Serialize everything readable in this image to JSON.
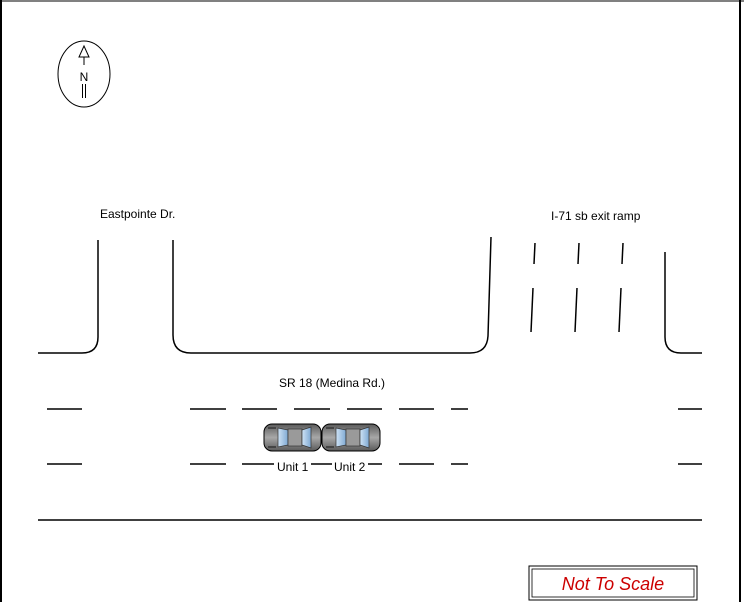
{
  "north_arrow": {
    "letter": "N"
  },
  "labels": {
    "eastpointe": "Eastpointe Dr.",
    "ramp": "I-71 sb exit ramp",
    "sr18": "SR 18 (Medina Rd.)",
    "unit1": "Unit 1",
    "unit2": "Unit 2",
    "not_to_scale": "Not To Scale"
  },
  "colors": {
    "line": "#000000",
    "not_to_scale_text": "#cc0000",
    "car_body": "#8a8a8a",
    "car_glass": "#9fc4e6"
  }
}
